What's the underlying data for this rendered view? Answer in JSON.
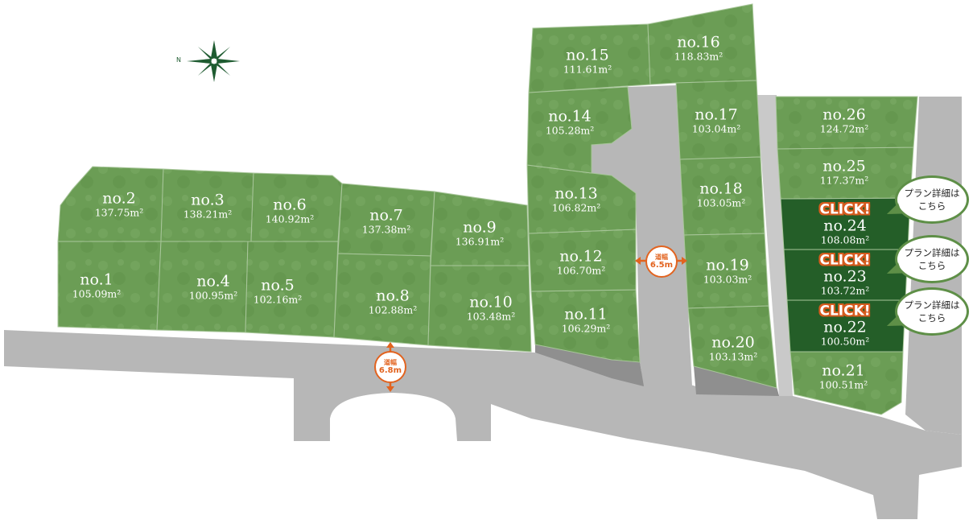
{
  "compass": {
    "label": "N",
    "icon": "compass-rose-icon"
  },
  "road_widths": [
    {
      "label": "道幅",
      "value": "6.8m"
    },
    {
      "label": "道幅",
      "value": "6.5m"
    }
  ],
  "plots": [
    {
      "no": "no.1",
      "area": "105.09m²"
    },
    {
      "no": "no.2",
      "area": "137.75m²"
    },
    {
      "no": "no.3",
      "area": "138.21m²"
    },
    {
      "no": "no.4",
      "area": "100.95m²"
    },
    {
      "no": "no.5",
      "area": "102.16m²"
    },
    {
      "no": "no.6",
      "area": "140.92m²"
    },
    {
      "no": "no.7",
      "area": "137.38m²"
    },
    {
      "no": "no.8",
      "area": "102.88m²"
    },
    {
      "no": "no.9",
      "area": "136.91m²"
    },
    {
      "no": "no.10",
      "area": "103.48m²"
    },
    {
      "no": "no.11",
      "area": "106.29m²"
    },
    {
      "no": "no.12",
      "area": "106.70m²"
    },
    {
      "no": "no.13",
      "area": "106.82m²"
    },
    {
      "no": "no.14",
      "area": "105.28m²"
    },
    {
      "no": "no.15",
      "area": "111.61m²"
    },
    {
      "no": "no.16",
      "area": "118.83m²"
    },
    {
      "no": "no.17",
      "area": "103.04m²"
    },
    {
      "no": "no.18",
      "area": "103.05m²"
    },
    {
      "no": "no.19",
      "area": "103.03m²"
    },
    {
      "no": "no.20",
      "area": "103.13m²"
    },
    {
      "no": "no.21",
      "area": "100.51m²"
    },
    {
      "no": "no.22",
      "area": "100.50m²",
      "cta": "CLICK!",
      "bubble": [
        "プラン詳細は",
        "こちら"
      ]
    },
    {
      "no": "no.23",
      "area": "103.72m²",
      "cta": "CLICK!",
      "bubble": [
        "プラン詳細は",
        "こちら"
      ]
    },
    {
      "no": "no.24",
      "area": "108.08m²",
      "cta": "CLICK!",
      "bubble": [
        "プラン詳細は",
        "こちら"
      ]
    },
    {
      "no": "no.25",
      "area": "117.37m²"
    },
    {
      "no": "no.26",
      "area": "124.72m²"
    }
  ],
  "colors": {
    "plot": "#6b9d55",
    "plot_featured": "#245e28",
    "road": "#b7b7b7",
    "road_dark": "#8f8f8f",
    "accent": "#e2631f",
    "compass": "#1e5b30"
  }
}
